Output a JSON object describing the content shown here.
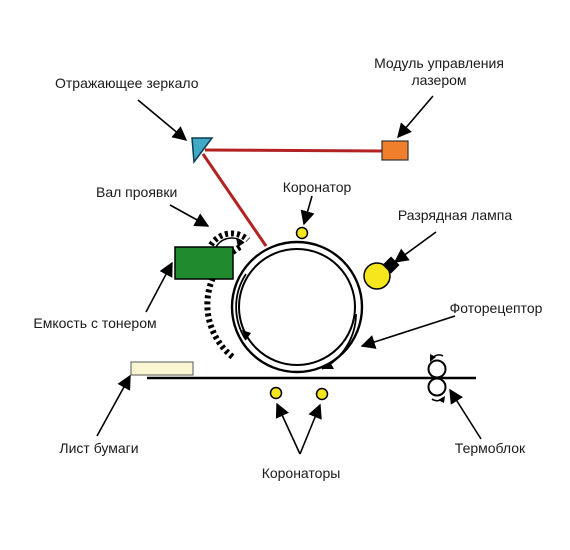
{
  "labels": {
    "mirror": "Отражающее зеркало",
    "laser_line1": "Модуль управления",
    "laser_line2": "лазером",
    "developer_roller": "Вал проявки",
    "corotron": "Коронатор",
    "discharge_lamp": "Разрядная лампа",
    "toner_tank": "Емкость с тонером",
    "photoreceptor": "Фоторецептор",
    "paper_sheet": "Лист бумаги",
    "fuser": "Термоблок",
    "corotrons": "Коронаторы"
  },
  "colors": {
    "laser_beam": "#b22222",
    "mirror": "#3fa9c6",
    "laser_module": "#f07f2c",
    "toner_tank": "#1f8a2e",
    "corona": "#f5e61e",
    "lamp": "#f5e61e",
    "paper": "#fbf6d2",
    "line": "#000000"
  }
}
